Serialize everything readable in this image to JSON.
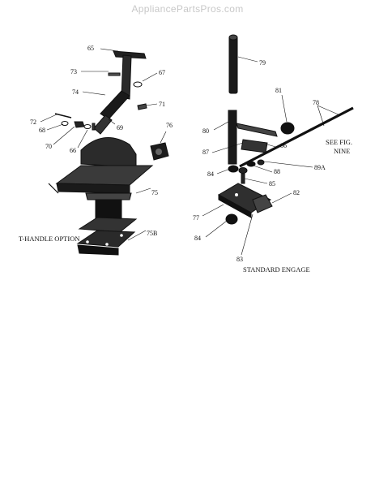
{
  "watermark": "AppliancePartsPros.com",
  "left_group": {
    "caption": "T-HANDLE OPTION",
    "labels": {
      "p65": "65",
      "p73": "73",
      "p67": "67",
      "p74": "74",
      "p71": "71",
      "p72": "72",
      "p68": "68",
      "p69": "69",
      "p76": "76",
      "p70": "70",
      "p66": "66",
      "p75": "75",
      "p75b": "75B"
    }
  },
  "right_group": {
    "caption": "STANDARD ENGAGE",
    "see_note_line1": "SEE FIG.",
    "see_note_line2": "NINE",
    "labels": {
      "p79": "79",
      "p81": "81",
      "p78": "78",
      "p80": "80",
      "p86": "86",
      "p87": "87",
      "p88": "88",
      "p89a": "89A",
      "p84a": "84",
      "p85": "85",
      "p82": "82",
      "p77": "77",
      "p84b": "84",
      "p83": "83"
    }
  }
}
